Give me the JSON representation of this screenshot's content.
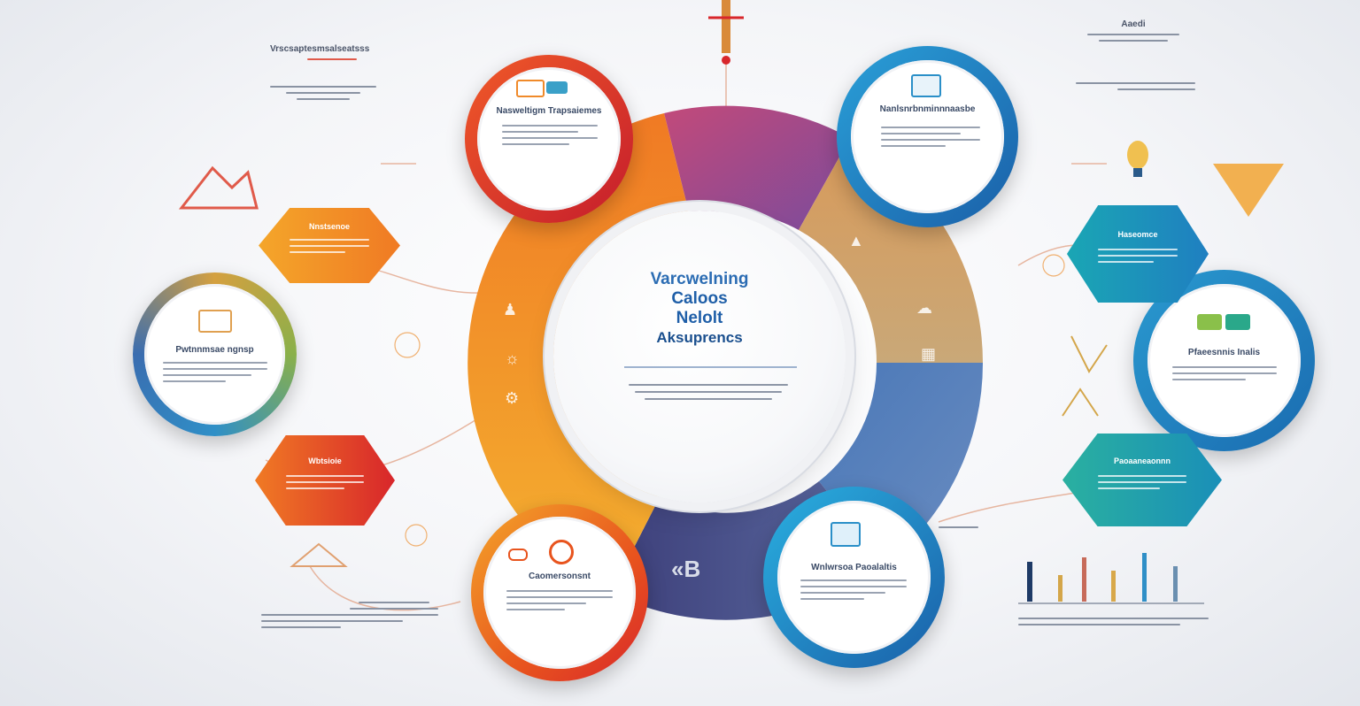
{
  "center": {
    "title_lines": [
      "Varcwelning",
      "Caloos",
      "Nelolt",
      "Aksuprencs"
    ]
  },
  "ring_label": "«B",
  "colors": {
    "red": "#d8262b",
    "orange": "#f28a1e",
    "yellow_orange": "#f4a62a",
    "blue": "#1f7fc1",
    "teal": "#1aa6b4",
    "purple": "#b04d8e",
    "navy": "#3a4a8c",
    "tan": "#d7a56a"
  },
  "bubbles": [
    {
      "id": "top-red",
      "title": "Nasweltigm Trapsaiemes"
    },
    {
      "id": "left",
      "title": "Pwtnnmsae ngnsp"
    },
    {
      "id": "bottom-orange",
      "title": "Caomersonsnt"
    },
    {
      "id": "top-blue",
      "title": "Nanlsnrbnminnnaasbe"
    },
    {
      "id": "right",
      "title": "Pfaeesnnis Inalis"
    },
    {
      "id": "bottom-blue",
      "title": "Wnlwrsoa Paoalaltis"
    }
  ],
  "hexes": [
    {
      "id": "left-orange",
      "title": "Nnstsenoe"
    },
    {
      "id": "left-red",
      "title": "Wbtsioie"
    },
    {
      "id": "right-teal-top",
      "title": "Haseomce"
    },
    {
      "id": "right-teal-bottom",
      "title": "Paoaaneaonnn"
    }
  ],
  "notes": {
    "top_left_heading": "Vrscsaptesmsalseatsss",
    "top_right_heading": "Aaedi"
  },
  "icons": [
    "monitor-icon",
    "chart-icon",
    "gear-icon",
    "lightbulb-icon",
    "lock-icon",
    "people-icon",
    "cloud-icon",
    "target-icon",
    "bar-chart-icon"
  ]
}
